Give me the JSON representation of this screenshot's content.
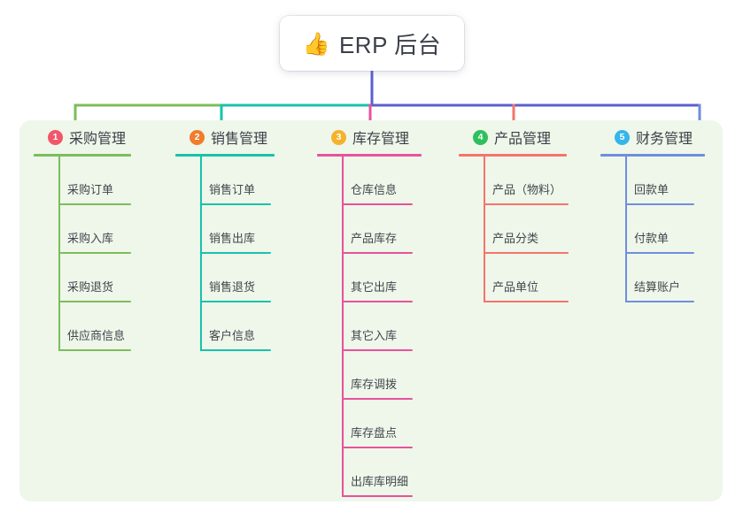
{
  "root": {
    "icon": "thumbs-up-icon",
    "emoji": "👍",
    "title": "ERP 后台"
  },
  "palette": {
    "panel_bg": "#eef7ea",
    "page_bg": "#ffffff",
    "root_line": "#5b5fd0",
    "text": "#43464d"
  },
  "columns": [
    {
      "number": "1",
      "title": "采购管理",
      "badge_color": "#f2566a",
      "line_color": "#7cbd5b",
      "items": [
        "采购订单",
        "采购入库",
        "采购退货",
        "供应商信息"
      ]
    },
    {
      "number": "2",
      "title": "销售管理",
      "badge_color": "#f07c2c",
      "line_color": "#18c2ab",
      "items": [
        "销售订单",
        "销售出库",
        "销售退货",
        "客户信息"
      ]
    },
    {
      "number": "3",
      "title": "库存管理",
      "badge_color": "#f5b22d",
      "line_color": "#e8529c",
      "items": [
        "仓库信息",
        "产品库存",
        "其它出库",
        "其它入库",
        "库存调拨",
        "库存盘点",
        "出库库明细"
      ]
    },
    {
      "number": "4",
      "title": "产品管理",
      "badge_color": "#2fbf5c",
      "line_color": "#f4746b",
      "items": [
        "产品（物料）",
        "产品分类",
        "产品单位"
      ]
    },
    {
      "number": "5",
      "title": "财务管理",
      "badge_color": "#35b5ea",
      "line_color": "#6f8ede",
      "items": [
        "回款单",
        "付款单",
        "结算账户"
      ]
    }
  ]
}
